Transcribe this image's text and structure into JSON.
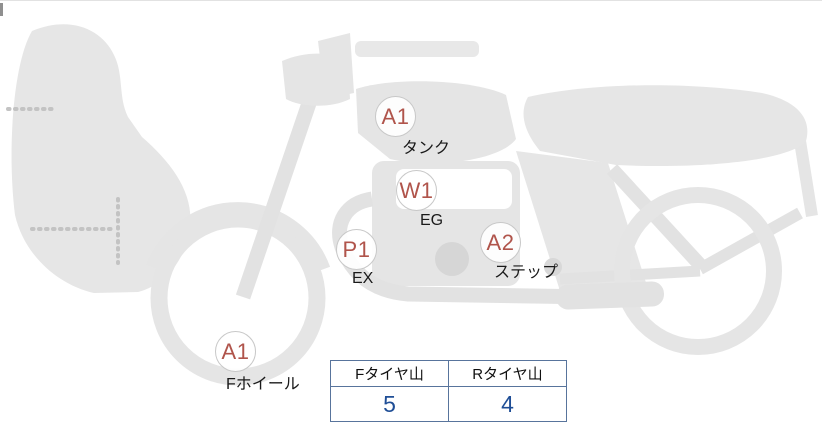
{
  "diagram": {
    "labels": [
      {
        "code": "A1",
        "part": "タンク"
      },
      {
        "code": "W1",
        "part": "EG"
      },
      {
        "code": "P1",
        "part": "EX"
      },
      {
        "code": "A2",
        "part": "ステップ"
      },
      {
        "code": "A1",
        "part": "Fホイール"
      }
    ]
  },
  "tire_table": {
    "headers": [
      "Fタイヤ山",
      "Rタイヤ山"
    ],
    "values": [
      "5",
      "4"
    ]
  },
  "colors": {
    "grade_code_text": "#b0544b",
    "badge_border": "#c8c8c8",
    "part_label_text": "#1a1a1a",
    "table_border": "#58749c",
    "tire_value_text": "#1f4e96",
    "bike_fill": "#e6e6e6"
  }
}
